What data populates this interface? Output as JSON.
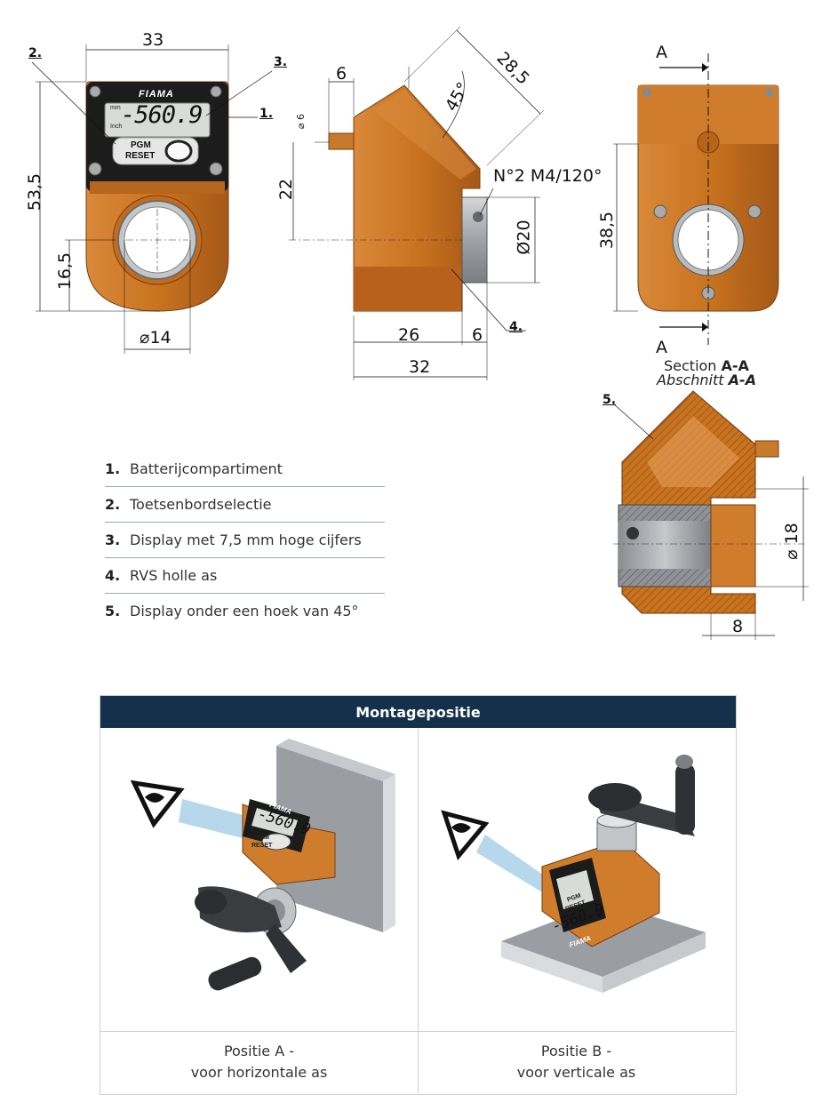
{
  "front_view": {
    "width_label": "33",
    "height_label": "53,5",
    "axis_height_label": "16,5",
    "bore_label": "⌀14",
    "brand": "FIAMA",
    "unit_mm": "mm",
    "unit_inch": "Inch",
    "display_value": "-560.9",
    "button_label_1": "PGM",
    "button_label_2": "RESET"
  },
  "side_view": {
    "shaft_len_label": "6",
    "shaft_dia_label": "⌀ 6",
    "height_22_label": "22",
    "angle_label": "45°",
    "diag_label": "28,5",
    "screw_label": "N°2 M4/120°",
    "hub_dia_label": "Ø20",
    "width_26_label": "26",
    "width_6_label": "6",
    "width_32_label": "32"
  },
  "back_view": {
    "section_letter_top": "A",
    "section_letter_bottom": "A",
    "height_label": "38,5"
  },
  "section_view": {
    "title_en_prefix": "Section ",
    "title_en_bold": "A-A",
    "title_de_prefix": "Abschnitt ",
    "title_de_bold": "A-A",
    "bore_label": "⌀ 18",
    "width_label": "8"
  },
  "callouts": {
    "c1": "1.",
    "c2": "2.",
    "c3": "3.",
    "c4": "4.",
    "c5": "5."
  },
  "legend": [
    {
      "num": "1.",
      "text": "Batterijcompartiment"
    },
    {
      "num": "2.",
      "text": "Toetsenbordselectie"
    },
    {
      "num": "3.",
      "text": "Display met 7,5 mm hoge cijfers"
    },
    {
      "num": "4.",
      "text": "RVS holle as"
    },
    {
      "num": "5.",
      "text": "Display onder een hoek van 45°"
    }
  ],
  "mounting": {
    "title": "Montagepositie",
    "position_a_line1": "Positie A -",
    "position_a_line2": "voor horizontale as",
    "position_b_line1": "Positie B -",
    "position_b_line2": "voor verticale as",
    "display_a": "-560.9",
    "display_b": "-560.9",
    "btn_pgm": "PGM",
    "btn_reset": "RESET",
    "brand": "FIAMA"
  },
  "colors": {
    "housing_orange": "#c8731f",
    "housing_dark": "#a5561a",
    "header_navy": "#14304a",
    "steel": "#b8bcc0"
  }
}
